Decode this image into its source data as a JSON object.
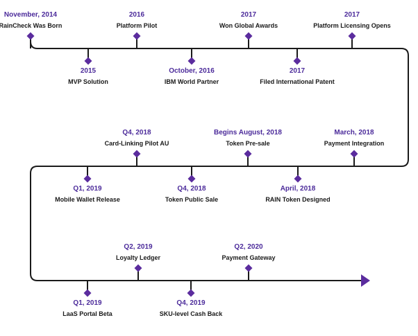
{
  "colors": {
    "line": "#1a1a1a",
    "marker": "#5b2c9e",
    "date": "#4b2a9a",
    "text": "#1a1a1a"
  },
  "rows": [
    {
      "events": [
        {
          "date": "November, 2014",
          "text": "RainCheck Was Born"
        },
        {
          "date": "2015",
          "text": "MVP Solution"
        },
        {
          "date": "2016",
          "text": "Platform Pilot"
        },
        {
          "date": "October, 2016",
          "text": "IBM World Partner"
        },
        {
          "date": "2017",
          "text": "Won Global Awards"
        },
        {
          "date": "2017",
          "text": "Filed International Patent"
        },
        {
          "date": "2017",
          "text": "Platform Licensing Opens"
        }
      ]
    },
    {
      "events": [
        {
          "date": "Q1, 2019",
          "text": "Mobile Wallet Release"
        },
        {
          "date": "Q4, 2018",
          "text": "Card-Linking Pilot AU"
        },
        {
          "date": "Q4, 2018",
          "text": "Token Public Sale"
        },
        {
          "date": "Begins August, 2018",
          "text": "Token Pre-sale"
        },
        {
          "date": "April, 2018",
          "text": "RAIN Token Designed"
        },
        {
          "date": "March, 2018",
          "text": "Payment Integration"
        }
      ]
    },
    {
      "events": [
        {
          "date": "Q1, 2019",
          "text": "LaaS Portal Beta"
        },
        {
          "date": "Q2, 2019",
          "text": "Loyalty Ledger"
        },
        {
          "date": "Q4, 2019",
          "text": "SKU-level Cash Back"
        },
        {
          "date": "Q2, 2020",
          "text": "Payment Gateway"
        }
      ]
    }
  ]
}
